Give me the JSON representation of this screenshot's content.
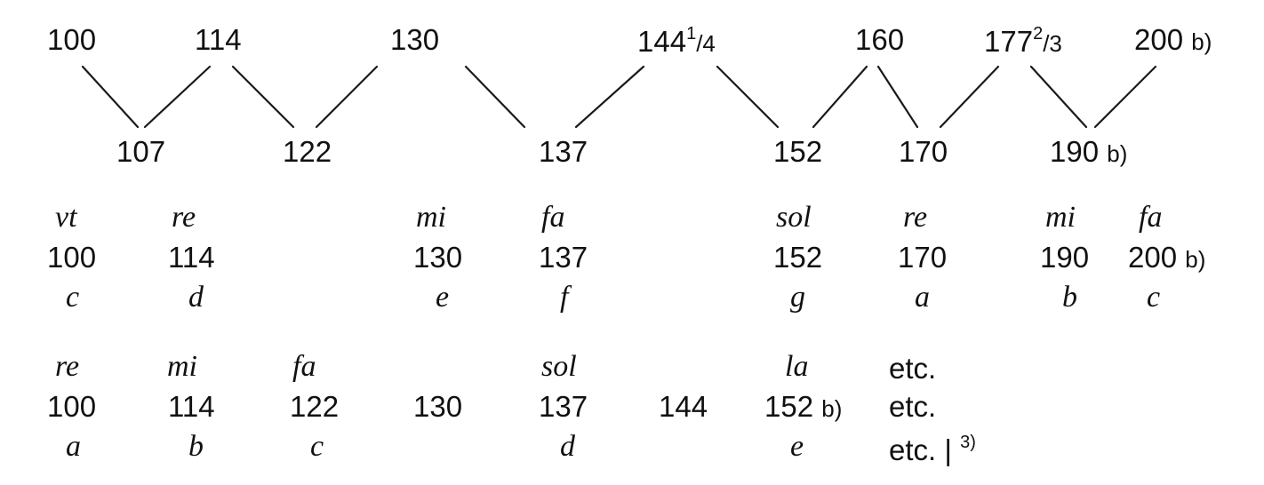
{
  "top_row": {
    "n100": "100",
    "n114": "114",
    "n130": "130",
    "n144": {
      "whole": "144",
      "num": "1",
      "den": "4"
    },
    "n160": "160",
    "n177": {
      "whole": "177",
      "num": "2",
      "den": "3"
    },
    "n200": "200",
    "n200_mark": "b)"
  },
  "low_row": {
    "n107": "107",
    "n122": "122",
    "n137": "137",
    "n152": "152",
    "n170": "170",
    "n190": "190",
    "n190_mark": "b)"
  },
  "table1": {
    "syllables": [
      "vt",
      "re",
      "mi",
      "fa",
      "sol",
      "re",
      "mi",
      "fa"
    ],
    "numbers": [
      "100",
      "114",
      "130",
      "137",
      "152",
      "170",
      "190",
      "200"
    ],
    "number_mark": "b)",
    "letters": [
      "c",
      "d",
      "e",
      "f",
      "g",
      "a",
      "b",
      "c"
    ]
  },
  "table2": {
    "syllables": [
      "re",
      "mi",
      "fa",
      "sol",
      "la",
      "etc."
    ],
    "numbers": [
      "100",
      "114",
      "122",
      "130",
      "137",
      "144",
      "152",
      "etc."
    ],
    "number_mark": "b)",
    "letters": [
      "a",
      "b",
      "c",
      "d",
      "e",
      "etc. | "
    ],
    "footnote_mark": "3)"
  }
}
